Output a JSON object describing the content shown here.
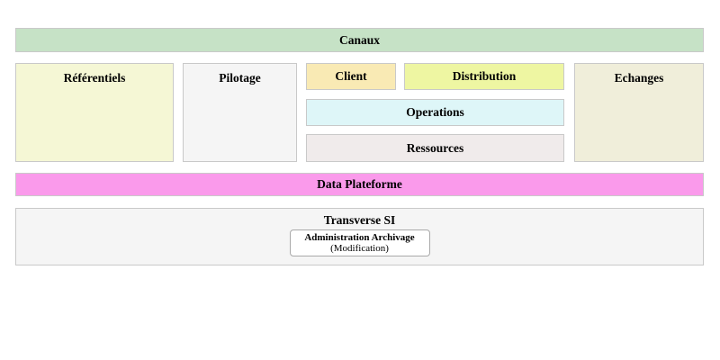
{
  "diagram": {
    "title_blocks": {
      "canaux": {
        "label": "Canaux",
        "bg": "#c6e2c6"
      },
      "referentiels": {
        "label": "Référentiels",
        "bg": "#f5f7d5"
      },
      "pilotage": {
        "label": "Pilotage",
        "bg": "#f5f5f5"
      },
      "client": {
        "label": "Client",
        "bg": "#f9eab4"
      },
      "distribution": {
        "label": "Distribution",
        "bg": "#eef6a2"
      },
      "operations": {
        "label": "Operations",
        "bg": "#def6f8"
      },
      "ressources": {
        "label": "Ressources",
        "bg": "#f0ebeb"
      },
      "echanges": {
        "label": "Echanges",
        "bg": "#f0eeda"
      },
      "data_plateforme": {
        "label": "Data Plateforme",
        "bg": "#fa9aeb"
      },
      "transverse_si": {
        "label": "Transverse SI",
        "bg": "#f5f5f5",
        "admin_box": {
          "title": "Administration Archivage",
          "subtitle": "(Modification)",
          "bg": "#ffffff"
        }
      }
    },
    "border_color": "#c9c9c9",
    "text_color": "#000000",
    "background_color": "#ffffff"
  }
}
